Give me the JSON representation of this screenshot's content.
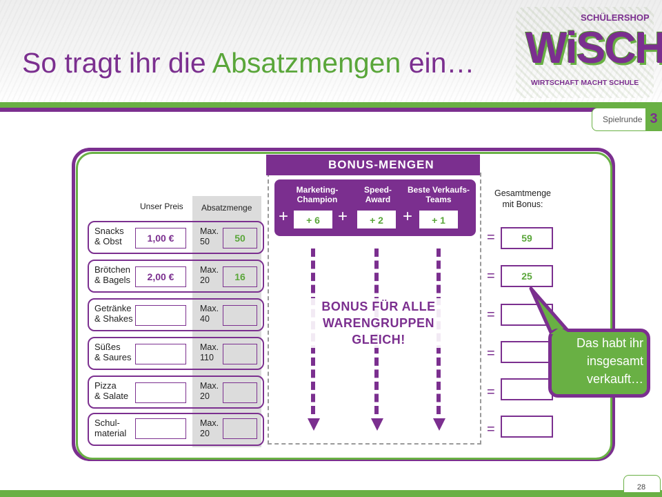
{
  "title": {
    "part1": "So tragt ihr die ",
    "part2": "Absatzmengen",
    "part3": " ein…"
  },
  "logo": {
    "shop": "SCHÜLERSHOP",
    "name": "WiSCH",
    "tagline": "WIRTSCHAFT MACHT SCHULE"
  },
  "round": {
    "label": "Spielrunde",
    "number": "3"
  },
  "page_number": "28",
  "table": {
    "price_header": "Unser Preis",
    "quantity_header": "Absatzmenge",
    "rows": [
      {
        "name_line1": "Snacks",
        "name_line2": "& Obst",
        "price": "1,00 €",
        "max_line1": "Max.",
        "max_line2": "50",
        "quantity": "50",
        "total": "59"
      },
      {
        "name_line1": "Brötchen",
        "name_line2": "& Bagels",
        "price": "2,00 €",
        "max_line1": "Max.",
        "max_line2": "20",
        "quantity": "16",
        "total": "25"
      },
      {
        "name_line1": "Getränke",
        "name_line2": "& Shakes",
        "price": "",
        "max_line1": "Max.",
        "max_line2": "40",
        "quantity": "",
        "total": ""
      },
      {
        "name_line1": "Süßes",
        "name_line2": "& Saures",
        "price": "",
        "max_line1": "Max.",
        "max_line2": "110",
        "quantity": "",
        "total": ""
      },
      {
        "name_line1": "Pizza",
        "name_line2": "& Salate",
        "price": "",
        "max_line1": "Max.",
        "max_line2": "20",
        "quantity": "",
        "total": ""
      },
      {
        "name_line1": "Schul-",
        "name_line2": "material",
        "price": "",
        "max_line1": "Max.",
        "max_line2": "20",
        "quantity": "",
        "total": ""
      }
    ]
  },
  "bonus": {
    "title": "BONUS-MENGEN",
    "awards": [
      {
        "line1": "Marketing-",
        "line2": "Champion",
        "value": "+ 6"
      },
      {
        "line1": "Speed-",
        "line2": "Award",
        "value": "+ 2"
      },
      {
        "line1": "Beste Verkaufs-",
        "line2": "Teams",
        "value": "+ 1"
      }
    ],
    "plus": "+",
    "note_line1": "BONUS FÜR ALLE",
    "note_line2": "WARENGRUPPEN GLEICH!"
  },
  "total": {
    "header_line1": "Gesamtmenge",
    "header_line2": "mit Bonus:",
    "equals": "="
  },
  "callout": {
    "line1": "Das habt ihr",
    "line2": "insgesamt",
    "line3": "verkauft…"
  },
  "colors": {
    "purple": "#7b2f8f",
    "green": "#69b044"
  }
}
